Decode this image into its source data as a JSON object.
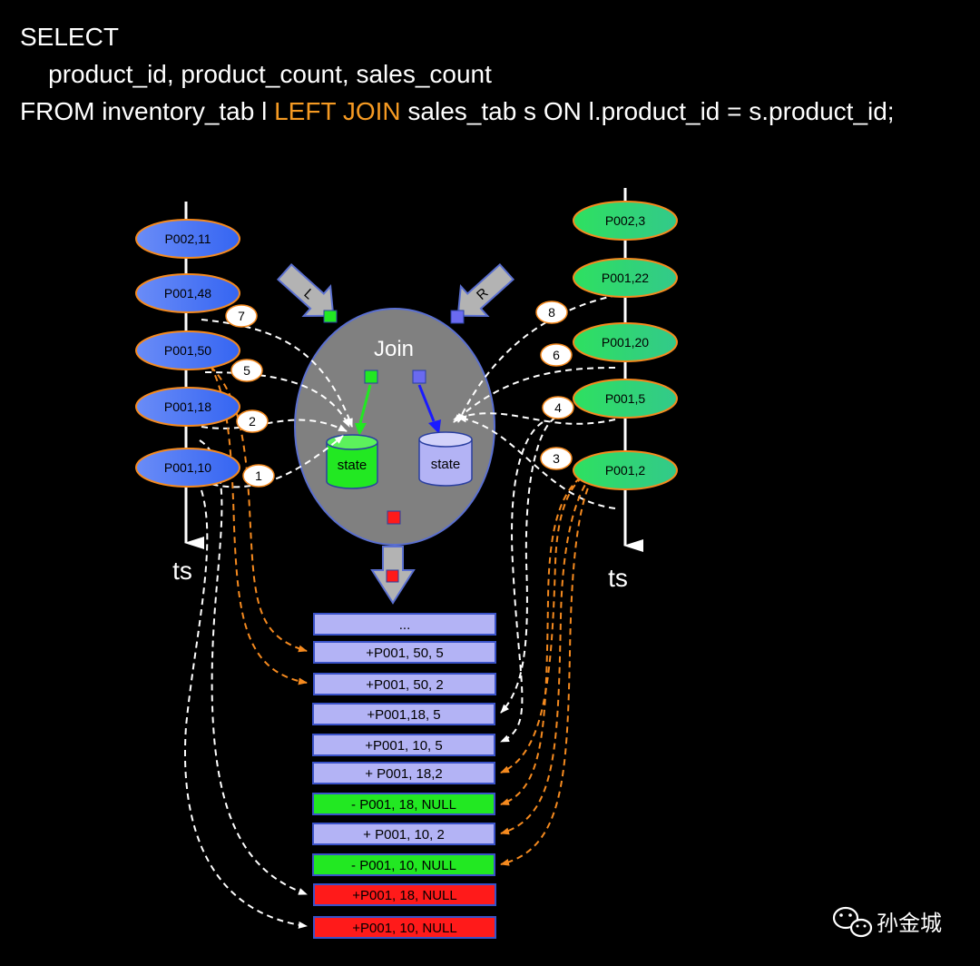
{
  "sql": {
    "line1": "SELECT",
    "line2": "    product_id, product_count, sales_count",
    "line3_a": "FROM inventory_tab l ",
    "line3_kw": "LEFT JOIN",
    "line3_b": " sales_tab s ON l.product_id = s.product_id;"
  },
  "colors": {
    "keyword": "#f59a23",
    "left_node": "#3d6ef5",
    "right_node": "#2fd36b",
    "join_circle": "#808080",
    "row_plain": "#b3b3f5",
    "row_retract": "#22e822",
    "row_null_emit": "#ff1a1a",
    "arrow_white": "#ffffff",
    "arrow_orange": "#f58a1f"
  },
  "left_stream": {
    "axis_label": "ts",
    "nodes": [
      "P002,11",
      "P001,48",
      "P001,50",
      "P001,18",
      "P001,10"
    ]
  },
  "right_stream": {
    "axis_label": "ts",
    "nodes": [
      "P002,3",
      "P001,22",
      "P001,20",
      "P001,5",
      "P001,2"
    ]
  },
  "join": {
    "title": "Join",
    "left_state": "state",
    "right_state": "state",
    "left_input_label": "L",
    "right_input_label": "R"
  },
  "steps": [
    "1",
    "2",
    "3",
    "4",
    "5",
    "6",
    "7",
    "8"
  ],
  "output_rows": [
    {
      "text": "...",
      "kind": "plain"
    },
    {
      "text": "+P001, 50, 5",
      "kind": "plain"
    },
    {
      "text": "+P001, 50, 2",
      "kind": "plain"
    },
    {
      "text": "+P001,18, 5",
      "kind": "plain"
    },
    {
      "text": "+P001, 10, 5",
      "kind": "plain"
    },
    {
      "text": "+ P001, 18,2",
      "kind": "plain"
    },
    {
      "text": "- P001, 18, NULL",
      "kind": "retract"
    },
    {
      "text": "+ P001, 10, 2",
      "kind": "plain"
    },
    {
      "text": "- P001, 10, NULL",
      "kind": "retract"
    },
    {
      "text": "+P001, 18, NULL",
      "kind": "null_emit"
    },
    {
      "text": "+P001, 10, NULL",
      "kind": "null_emit"
    }
  ],
  "watermark": {
    "icon": "wechat-icon",
    "text": "孙金城"
  }
}
